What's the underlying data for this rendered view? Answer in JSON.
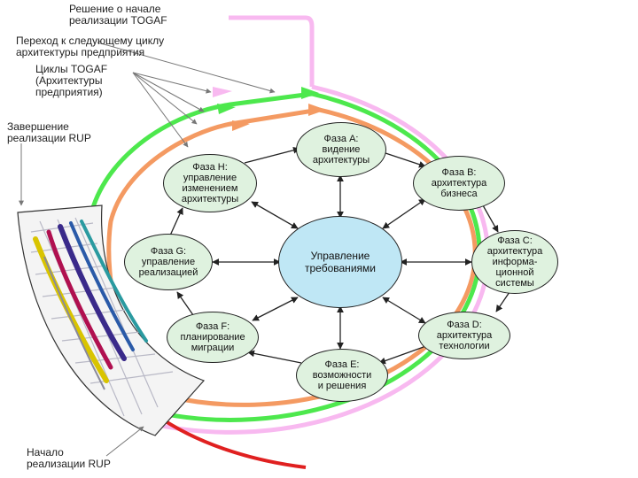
{
  "labels": {
    "decision": "Решение о начале\nреализации TOGAF",
    "next_cycle": "Переход к следующему циклу\nархитектуры предприятия",
    "cycles": "Циклы TOGAF\n(Архитектуры\nпредприятия)",
    "rup_end": "Завершение\nреализации RUP",
    "rup_start": "Начало\nреализации RUP"
  },
  "center": "Управление\nтребованиями",
  "phases": {
    "a": "Фаза A:\nвидение\nархитектуры",
    "b": "Фаза B:\nархитектура\nбизнеса",
    "c": "Фаза C:\nархитектура\nинформа-\nционной\nсистемы",
    "d": "Фаза D:\nархитектура\nтехнологии",
    "e": "Фаза E:\nвозможности\nи решения",
    "f": "Фаза F:\nпланирование\nмиграции",
    "g": "Фаза G:\nуправление\nреализацией",
    "h": "Фаза H:\nуправление\nизменением\nархитектуры"
  },
  "colors": {
    "pink": "#f8b9f0",
    "green": "#4de84d",
    "orange": "#f49a62",
    "red": "#e02020",
    "phase_fill": "#dff2df",
    "center_fill": "#bfe7f5"
  }
}
